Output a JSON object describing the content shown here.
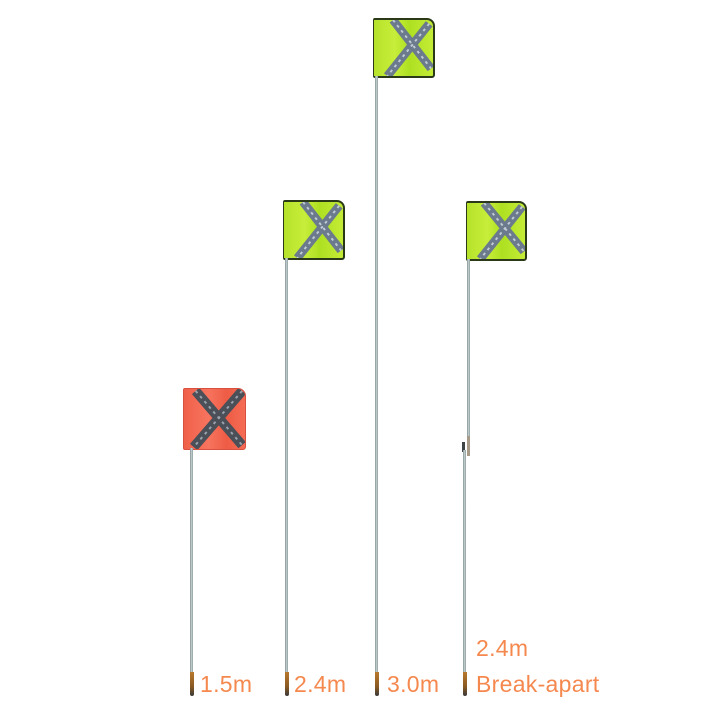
{
  "image": {
    "description": "Product image of four safety whip flags of different heights on white background",
    "background": "#ffffff",
    "label_color": "#f5884e"
  },
  "flags": [
    {
      "id": "flag-1-5m",
      "color": "red",
      "fill_hex": "#f36a52",
      "stripe": "reflective X",
      "label_lines": [
        "1.5m"
      ]
    },
    {
      "id": "flag-2-4m",
      "color": "lime",
      "fill_hex": "#bfe931",
      "stripe": "reflective X",
      "label_lines": [
        "2.4m"
      ]
    },
    {
      "id": "flag-3-0m",
      "color": "lime",
      "fill_hex": "#bfe931",
      "stripe": "reflective X",
      "label_lines": [
        "3.0m"
      ]
    },
    {
      "id": "flag-2-4m-break-apart",
      "color": "lime",
      "fill_hex": "#bfe931",
      "stripe": "reflective X",
      "label_lines": [
        "2.4m",
        "Break-apart"
      ]
    }
  ],
  "labels": {
    "l1": "1.5m",
    "l2": "2.4m",
    "l3": "3.0m",
    "l4a": "2.4m",
    "l4b": "Break-apart"
  }
}
